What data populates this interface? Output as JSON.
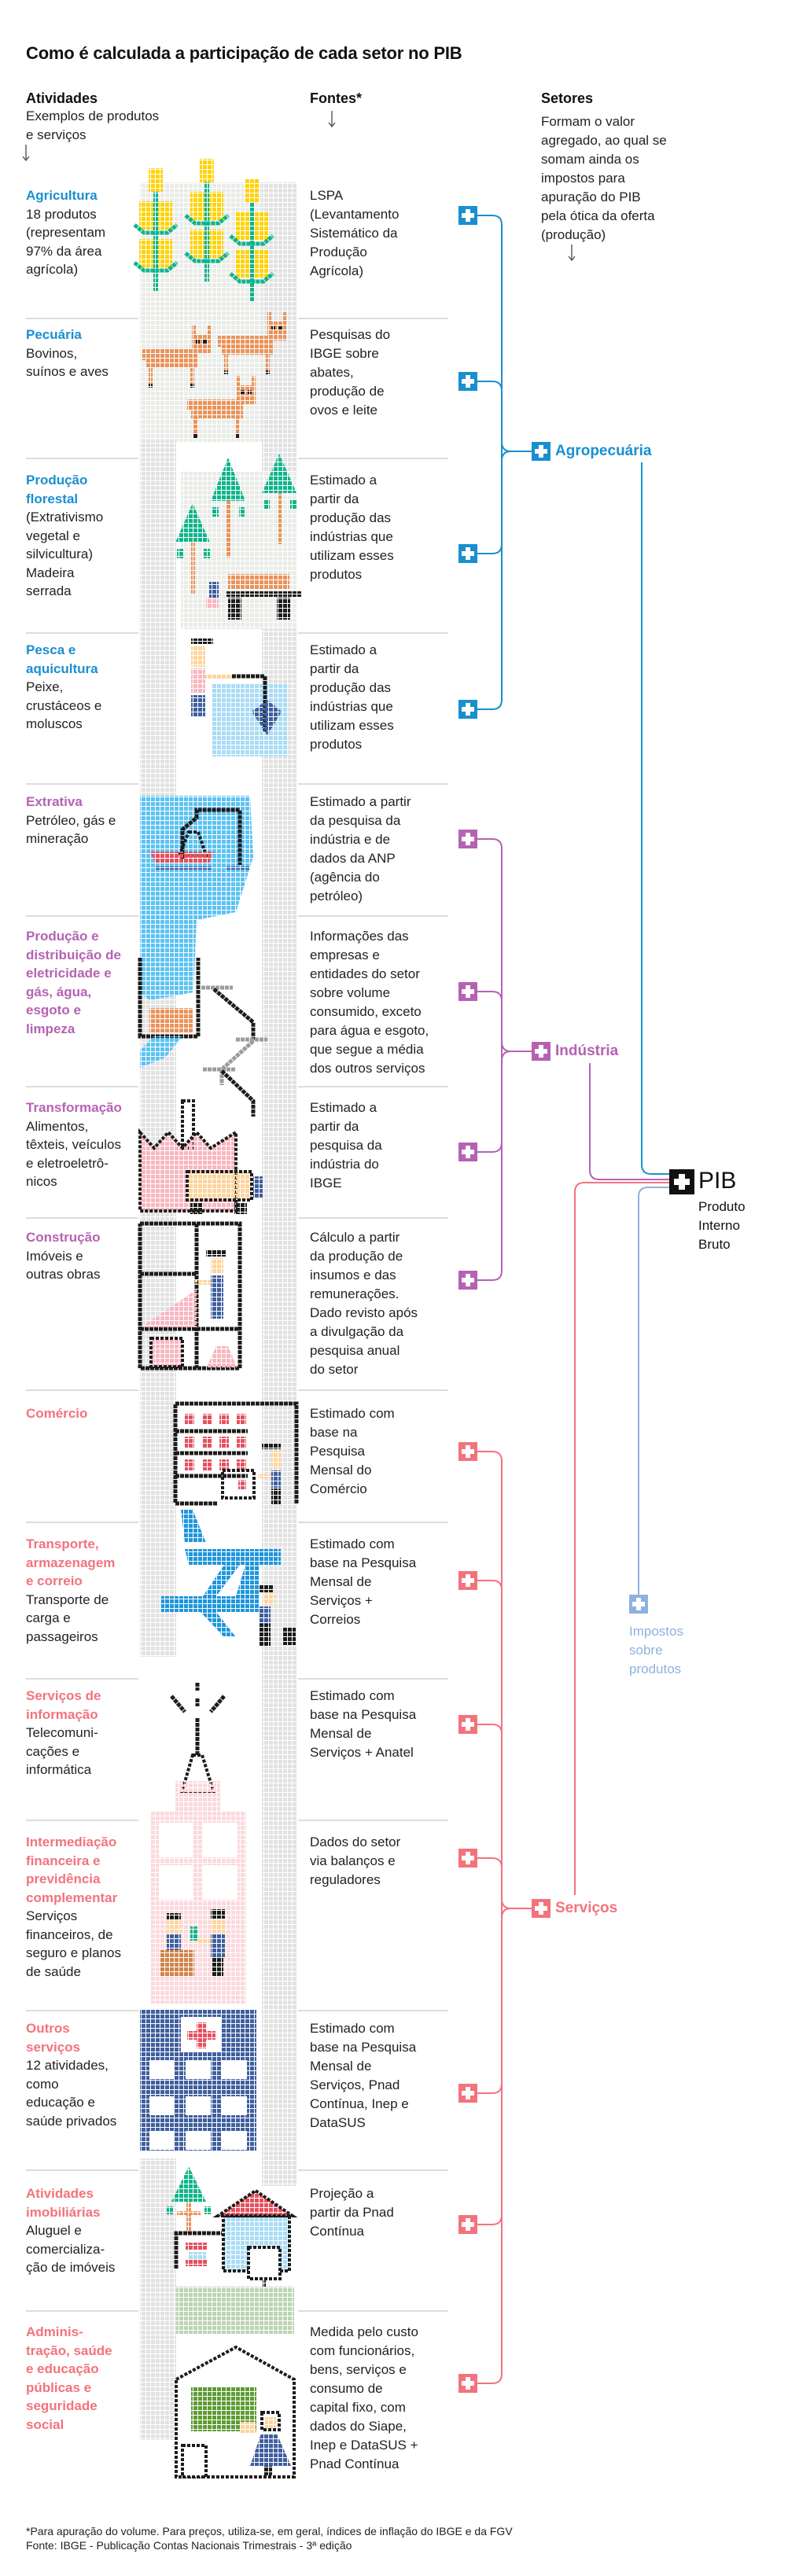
{
  "title": "Como é calculada a participação de cada setor no PIB",
  "columns": {
    "activities": {
      "label": "Atividades",
      "desc": "Exemplos de produtos\ne serviços"
    },
    "sources": {
      "label": "Fontes*"
    },
    "sectors": {
      "label": "Setores",
      "desc": "Formam o valor\nagregado, ao qual se\nsomam ainda os\nimpostos para\napuração do PIB\npela ótica da oferta\n(produção)"
    }
  },
  "colors": {
    "agro": "#1a8fd0",
    "industria": "#b662b3",
    "servicos": "#f3737c",
    "impostos": "#8fb1de",
    "pib": "#111111"
  },
  "sectors": [
    {
      "key": "agro",
      "label": "Agropecuária"
    },
    {
      "key": "industria",
      "label": "Indústria"
    },
    {
      "key": "servicos",
      "label": "Serviços"
    }
  ],
  "pib": {
    "label": "PIB",
    "desc": "Produto\nInterno\nBruto",
    "icon": "plus-icon"
  },
  "impostos": {
    "label": "Impostos\nsobre\nprodutos",
    "icon": "plus-icon"
  },
  "rows": [
    {
      "sector": "agro",
      "title": "Agricultura",
      "desc": "18 produtos\n(representam\n97% da área\nagrícola)",
      "source": "LSPA\n(Levantamento\nSistemático da\nProdução\nAgrícola)"
    },
    {
      "sector": "agro",
      "title": "Pecuária",
      "desc": "Bovinos,\nsuínos e aves",
      "source": "Pesquisas do\nIBGE sobre\nabates,\nprodução de\novos e leite"
    },
    {
      "sector": "agro",
      "title": "Produção\nflorestal",
      "desc": "(Extrativismo\nvegetal e\nsilvicultura)\nMadeira\nserrada",
      "source": "Estimado a\npartir da\nprodução das\nindústrias que\nutilizam esses\nprodutos"
    },
    {
      "sector": "agro",
      "title": "Pesca e\naquicultura",
      "desc": "Peixe,\ncrustáceos e\nmoluscos",
      "source": "Estimado a\npartir da\nprodução das\nindústrias que\nutilizam esses\nprodutos"
    },
    {
      "sector": "industria",
      "title": "Extrativa",
      "desc": "Petróleo, gás e\nmineração",
      "source": "Estimado a partir\nda pesquisa da\nindústria e de\ndados da ANP\n(agência do\npetróleo)"
    },
    {
      "sector": "industria",
      "title": "Produção e\ndistribuição de\neletricidade e\ngás, água,\nesgoto e\nlimpeza",
      "desc": "",
      "source": "Informações das\nempresas e\nentidades do setor\nsobre volume\nconsumido, exceto\npara água e esgoto,\nque segue a média\ndos outros serviços"
    },
    {
      "sector": "industria",
      "title": "Transformação",
      "desc": "Alimentos,\ntêxteis, veículos\ne eletroeletrô-\nnicos",
      "source": "Estimado a\npartir da\npesquisa da\nindústria do\nIBGE"
    },
    {
      "sector": "industria",
      "title": "Construção",
      "desc": "Imóveis e\noutras obras",
      "source": "Cálculo a partir\nda produção de\ninsumos e das\nremunerações.\nDado revisto após\na divulgação da\npesquisa anual\ndo setor"
    },
    {
      "sector": "servicos",
      "title": "Comércio",
      "desc": "",
      "source": "Estimado com\nbase na\nPesquisa\nMensal do\nComércio"
    },
    {
      "sector": "servicos",
      "title": "Transporte,\narmazenagem\ne correio",
      "desc": "Transporte de\ncarga e\npassageiros",
      "source": "Estimado com\nbase na Pesquisa\nMensal de\nServiços +\nCorreios"
    },
    {
      "sector": "servicos",
      "title": "Serviços de\ninformação",
      "desc": "Telecomuni-\ncações e\ninformática",
      "source": "Estimado com\nbase na Pesquisa\nMensal de\nServiços + Anatel"
    },
    {
      "sector": "servicos",
      "title": "Intermediação\nfinanceira e\nprevidência\ncomplementar",
      "desc": "Serviços\nfinanceiros, de\nseguro e planos\nde saúde",
      "source": "Dados do setor\nvia balanços e\nreguladores"
    },
    {
      "sector": "servicos",
      "title": "Outros\nserviços",
      "desc": "12 atividades,\ncomo\neducação e\nsaúde privados",
      "source": "Estimado com\nbase na Pesquisa\nMensal de\nServiços, Pnad\nContínua, Inep e\nDataSUS"
    },
    {
      "sector": "servicos",
      "title": "Atividades\nimobiliárias",
      "desc": "Aluguel e\ncomercializa-\nção de imóveis",
      "source": "Projeção a\npartir da Pnad\nContínua"
    },
    {
      "sector": "servicos",
      "title": "Adminis-\ntração, saúde\ne educação\npúblicas e\nseguridade\nsocial",
      "desc": "",
      "source": "Medida pelo custo\ncom funcionários,\nbens, serviços e\nconsumo de\ncapital fixo, com\ndados do Siape,\nInep e DataSUS +\nPnad Contínua"
    }
  ],
  "footer": {
    "note": "*Para apuração do volume. Para preços, utiliza-se, em geral, índices de inflação do IBGE e da FGV",
    "source": "Fonte: IBGE - Publicação Contas Nacionais Trimestrais - 3ª edição"
  }
}
